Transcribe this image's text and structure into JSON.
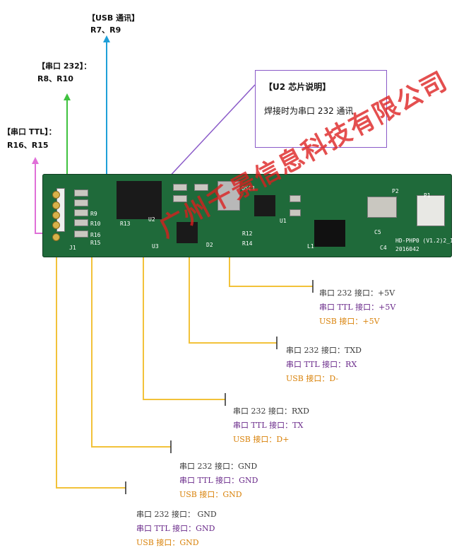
{
  "top_labels": {
    "usb": {
      "title": "【USB 通讯】",
      "sub": "R7、R9"
    },
    "rs232": {
      "title": "【串口 232】：",
      "sub": "R8、R10"
    },
    "ttl": {
      "title": "【串口 TTL】：",
      "sub": "R16、R15"
    }
  },
  "u2_note": {
    "title": "【U2  芯片说明】",
    "desc": "焊接时为串口  232  通讯"
  },
  "watermark": "广州千景信息科技有限公司",
  "board_silk": {
    "osc": "OSC1",
    "u1": "U1",
    "u2": "U2",
    "u3": "U3",
    "d2": "D2",
    "r13": "R13",
    "r12": "R12",
    "r14": "R14",
    "c5": "C5",
    "c4": "C4",
    "l1": "L1",
    "p1": "P1",
    "p2": "P2",
    "j1": "J1",
    "r9": "R9",
    "r10": "R10",
    "r15": "R15",
    "r16": "R16",
    "model": "HD-PHP0 (V1.2)2_1",
    "date": "2016042"
  },
  "pins": [
    {
      "rs232": "串口 232 接口：+5V",
      "ttl": "串口 TTL 接口：+5V",
      "usb": "USB 接口：+5V"
    },
    {
      "rs232": "串口 232 接口：TXD",
      "ttl": "串口 TTL 接口：RX",
      "usb": "USB 接口：D-"
    },
    {
      "rs232": "串口 232 接口：RXD",
      "ttl": "串口 TTL 接口：TX",
      "usb": "USB 接口：D+"
    },
    {
      "rs232": "串口 232 接口：GND",
      "ttl": "串口 TTL 接口：GND",
      "usb": "USB 接口：GND"
    },
    {
      "rs232": "串口 232 接口： GND",
      "ttl": "串口 TTL 接口：GND",
      "usb": "USB 接口：GND"
    }
  ],
  "colors": {
    "usb_line": "#1e9fd8",
    "rs232_line": "#3fc23f",
    "ttl_line": "#e070d8",
    "pin_line": "#f2c23a",
    "u2_line": "#8a5ac8"
  }
}
